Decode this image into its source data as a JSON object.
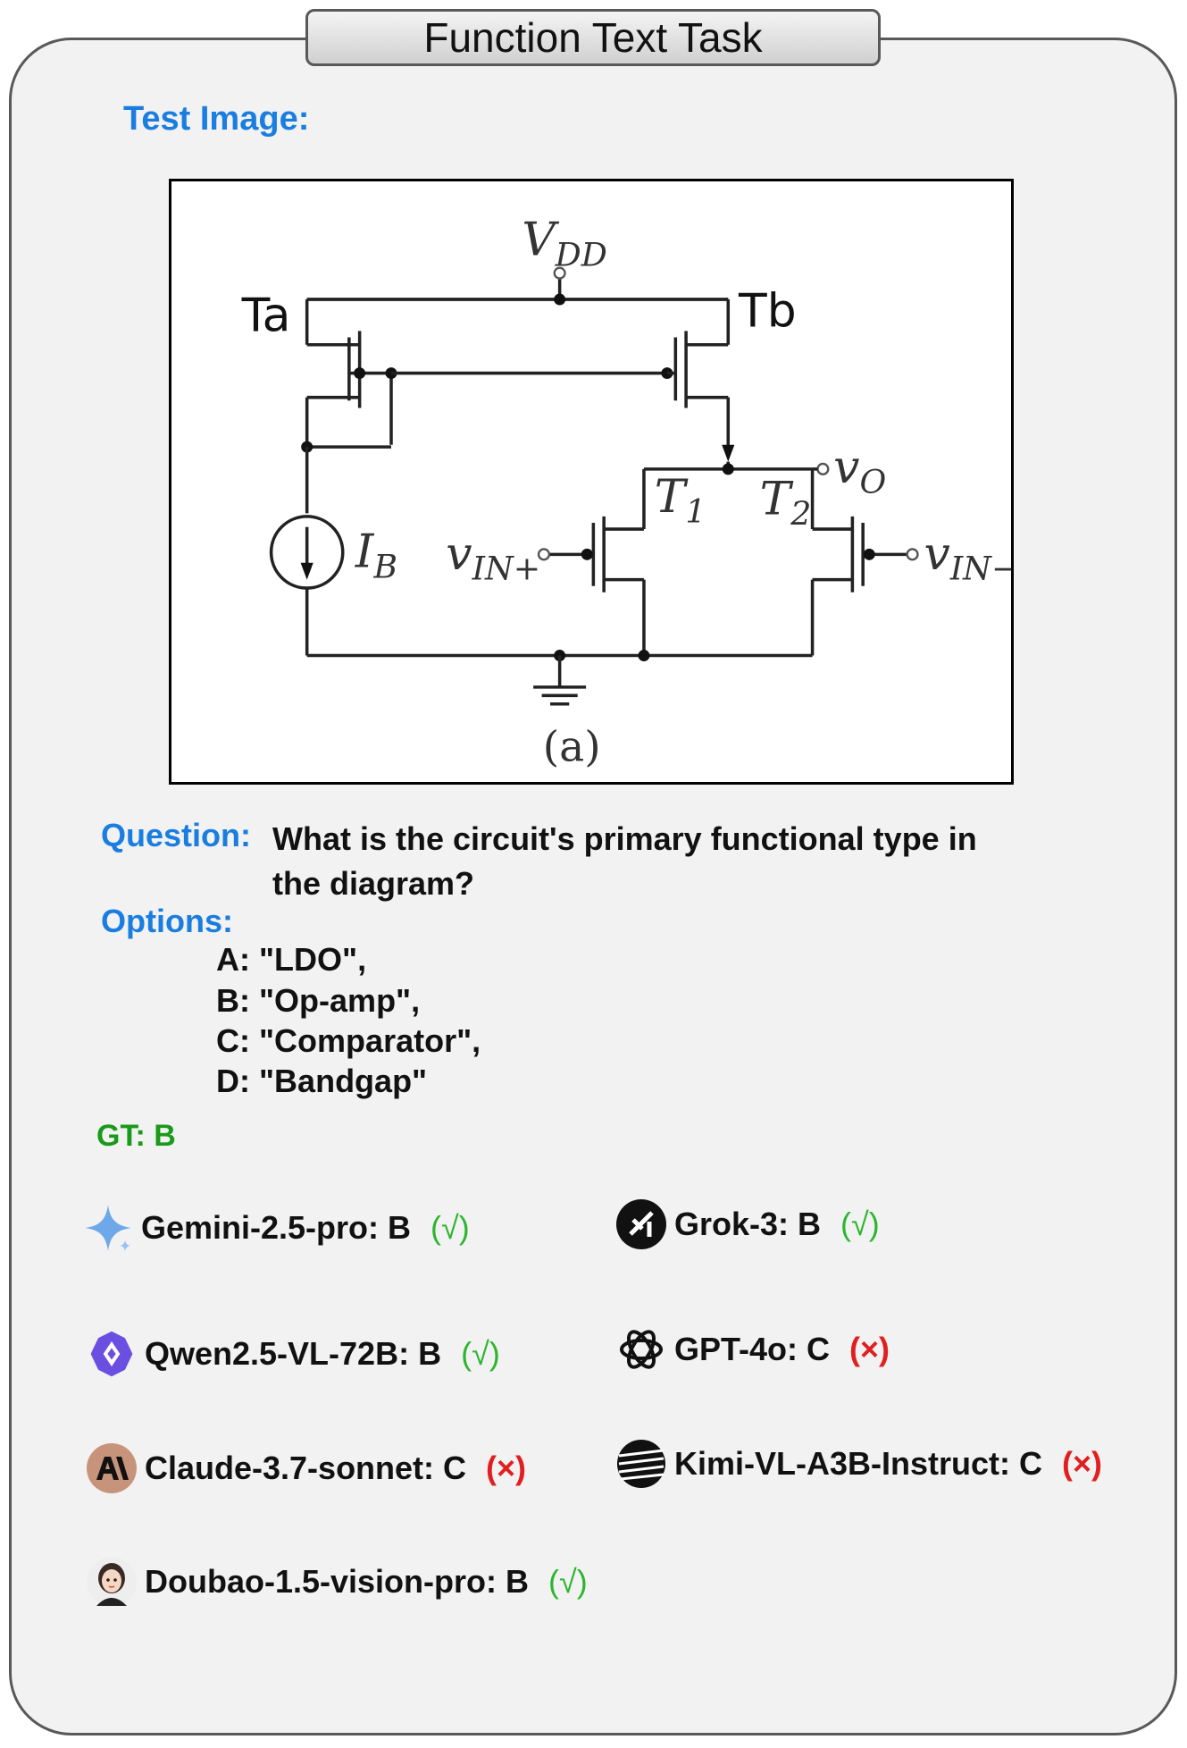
{
  "title": "Function Text Task",
  "test_image_label": "Test Image:",
  "circuit": {
    "vdd": "V",
    "vdd_sub": "DD",
    "ta": "Ta",
    "tb": "Tb",
    "t1": "T",
    "t1_sub": "1",
    "t2": "T",
    "t2_sub": "2",
    "ib": "I",
    "ib_sub": "B",
    "vo": "v",
    "vo_sub": "O",
    "vin_plus": "v",
    "vin_plus_sub": "IN+",
    "vin_minus": "v",
    "vin_minus_sub": "IN−",
    "caption": "(a)"
  },
  "question_label": "Question:",
  "question_text": "What is the circuit's primary functional type in the diagram?",
  "options_label": "Options:",
  "options": [
    "A: \"LDO\",",
    "B: \"Op-amp\",",
    "C: \"Comparator\",",
    "D: \"Bandgap\""
  ],
  "gt": "GT: B",
  "models": [
    {
      "name": "Gemini-2.5-pro: B",
      "mark": "(√)",
      "status": "correct",
      "icon": "gemini-icon"
    },
    {
      "name": "Grok-3: B",
      "mark": "(√)",
      "status": "correct",
      "icon": "grok-icon"
    },
    {
      "name": "Qwen2.5-VL-72B: B",
      "mark": "(√)",
      "status": "correct",
      "icon": "qwen-icon"
    },
    {
      "name": "GPT-4o: C",
      "mark": "(×)",
      "status": "wrong",
      "icon": "openai-icon"
    },
    {
      "name": "Claude-3.7-sonnet: C",
      "mark": "(×)",
      "status": "wrong",
      "icon": "claude-icon"
    },
    {
      "name": "Kimi-VL-A3B-Instruct: C",
      "mark": "(×)",
      "status": "wrong",
      "icon": "kimi-icon"
    },
    {
      "name": "Doubao-1.5-vision-pro: B",
      "mark": "(√)",
      "status": "correct",
      "icon": "doubao-icon"
    }
  ],
  "colors": {
    "label_blue": "#1a7de0",
    "gt_green": "#1a9a1a",
    "correct": "#2db52d",
    "wrong": "#e02020"
  }
}
